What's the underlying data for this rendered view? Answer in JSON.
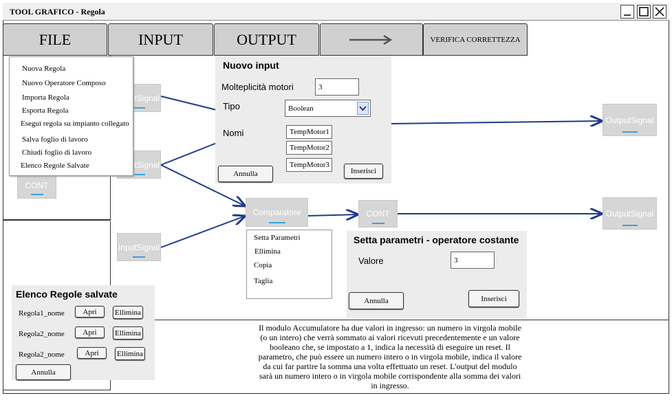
{
  "window": {
    "title": "TOOL GRAFICO - Regola"
  },
  "tabs": [
    {
      "label": "FILE"
    },
    {
      "label": "INPUT"
    },
    {
      "label": "OUTPUT"
    },
    {
      "label": "VERIFICA CORRETTEZZA"
    }
  ],
  "file_menu": {
    "items": [
      "Nuova Regola",
      "Nuovo Operatore Composo",
      "Importa Regola",
      "Esporta Regola",
      "Esegui regola su impianto collegato",
      "Salva foglio di lavoro",
      "Chiudi foglio di lavoro",
      "Elenco Regole Salvate"
    ]
  },
  "nodes": {
    "input1": "InputSignal",
    "input2": "InputSignal",
    "input3": "InputSignal",
    "cont_left": "CONT",
    "comparatore": "Comparatore",
    "cont_mid": "CONT",
    "output1": "OutputSignal",
    "output2": "OutputSignal"
  },
  "nuovo_input": {
    "title": "Nuovo input",
    "molteplicita_label": "Molteplicità motori",
    "molteplicita_value": "3",
    "tipo_label": "Tipo",
    "tipo_value": "Boolean",
    "nomi_label": "Nomi",
    "nomi": [
      "TempMotor1",
      "TempMotor2",
      "TempMotor3"
    ],
    "annulla": "Annulla",
    "inserisci": "Inserisci"
  },
  "context_menu": {
    "items": [
      "Setta Parametri",
      "Ellimina",
      "Copia",
      "Taglia"
    ]
  },
  "setta_parametri": {
    "title": "Setta parametri - operatore costante",
    "valore_label": "Valore",
    "valore_value": "3",
    "annulla": "Annulla",
    "inserisci": "Inserisci"
  },
  "elenco_regole": {
    "title": "Elenco Regole salvate",
    "rows": [
      {
        "name": "Regola1_nome",
        "apri": "Apri",
        "elimina": "Ellimina"
      },
      {
        "name": "Regola2_nome",
        "apri": "Apri",
        "elimina": "Ellimina"
      },
      {
        "name": "Regola2_nome",
        "apri": "Apri",
        "elimina": "Ellimina"
      }
    ],
    "annulla": "Annulla"
  },
  "description": "Il modulo Accumulatore ha due valori in ingresso: un numero in virgola mobile (o un intero) che verrà sommato ai valori ricevuti precedentemente e un valore booleano che, se impostato a 1, indica la necessità di eseguire un reset. Il parametro, che può essere un numero intero o in virgola mobile, indica il valore da cui far partire la somma una volta effettuato un reset. L'output del modulo sarà un numero intero o in virgola mobile corrispondente alla somma dei valori in ingresso.",
  "colors": {
    "connector": "#1f3a8a",
    "node_bar": "#3aa0e0",
    "node_bg": "#d6d6d6"
  }
}
